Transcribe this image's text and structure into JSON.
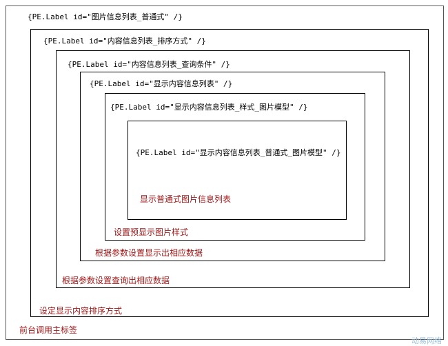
{
  "nesting": [
    {
      "tag": "{PE.Label id=\"图片信息列表_普通式\" /}",
      "description": "前台调用主标签"
    },
    {
      "tag": "{PE.Label id=\"内容信息列表_排序方式\" /}",
      "description": "设定显示内容排序方式"
    },
    {
      "tag": "{PE.Label id=\"内容信息列表_查询条件\" /}",
      "description": "根据参数设置查询出相应数据"
    },
    {
      "tag": "{PE.Label id=\"显示内容信息列表\" /}",
      "description": "根据参数设置显示出相应数据"
    },
    {
      "tag": "{PE.Label id=\"显示内容信息列表_样式_图片模型\" /}",
      "description": "设置预显示图片样式"
    },
    {
      "tag": "{PE.Label id=\"显示内容信息列表_普通式_图片模型\" /}",
      "description": "显示普通式图片信息列表"
    }
  ],
  "watermark": "动易网络",
  "colors": {
    "border": "#000000",
    "tag_text": "#000000",
    "description_text": "#a01818",
    "watermark": "#9ec3df"
  }
}
